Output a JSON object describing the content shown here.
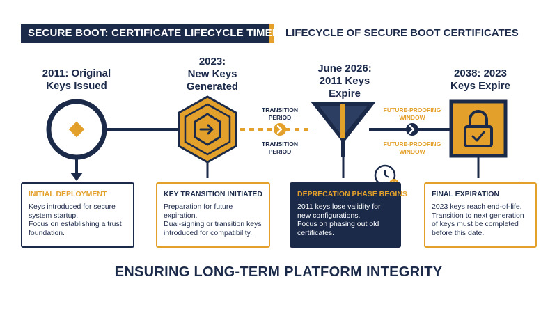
{
  "header": {
    "title": "SECURE BOOT: CERTIFICATE LIFECYCLE TIMELINE",
    "subtitle": "LIFECYCLE OF SECURE BOOT CERTIFICATES"
  },
  "milestones": [
    {
      "title": "2011: Original\nKeys Issued",
      "icon": "target-diamond-icon"
    },
    {
      "title": "2023:\nNew Keys\nGenerated",
      "icon": "hexagon-arrow-icon"
    },
    {
      "title": "June 2026:\n2011 Keys\nExpire",
      "icon": "funnel-icon"
    },
    {
      "title": "2038: 2023\nKeys Expire",
      "icon": "padlock-icon"
    }
  ],
  "transitions": {
    "transition_top": "TRANSITION\nPERIOD",
    "transition_bottom": "TRANSITION\nPERIOD",
    "future_top": "FUTURE-PROOFING\nWINDOW",
    "future_bottom": "FUTURE-PROOFING\nWINDOW"
  },
  "boxes": [
    {
      "title": "INITIAL DEPLOYMENT",
      "lines": [
        "Keys introduced for secure system startup.",
        "Focus on establishing a trust foundation."
      ]
    },
    {
      "title": "KEY TRANSITION INITIATED",
      "lines": [
        "Preparation for future expiration.",
        "Dual-signing or transition keys introduced for compatibility."
      ]
    },
    {
      "title": "DEPRECATION PHASE BEGINS",
      "lines": [
        "2011 keys lose validity for new configurations.",
        "Focus on phasing out old certificates."
      ]
    },
    {
      "title": "FINAL EXPIRATION",
      "lines": [
        "2023 keys reach end-of-life.",
        "Transition to next generation of keys must be completed before this date."
      ]
    }
  ],
  "footer": "ENSURING LONG-TERM PLATFORM INTEGRITY",
  "colors": {
    "navy": "#1c2a4a",
    "gold": "#e3a12b",
    "white": "#ffffff"
  }
}
